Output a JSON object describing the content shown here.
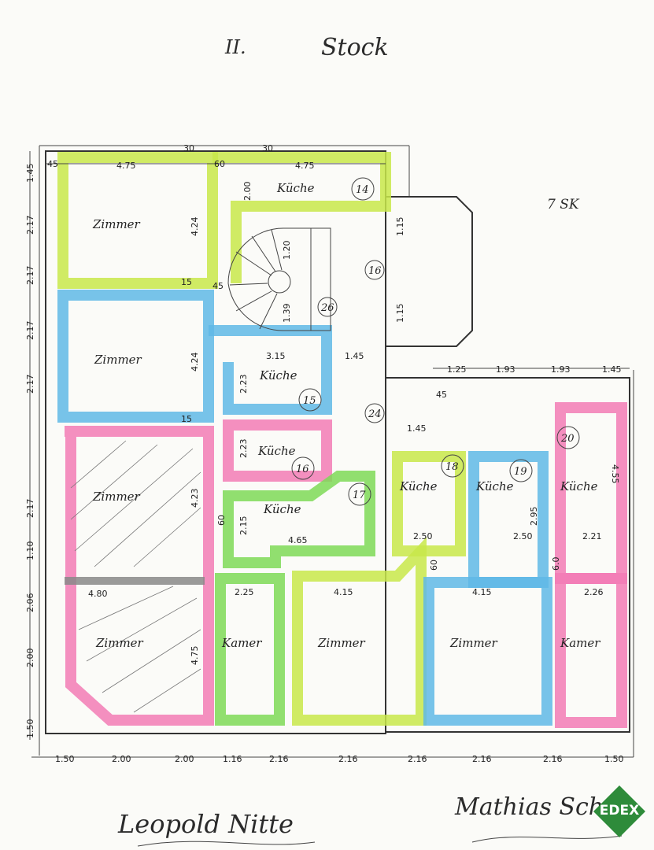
{
  "header": {
    "floor_numeral": "II.",
    "floor_word": "Stock",
    "note": "7 SK"
  },
  "colors": {
    "green": "#c8e84a",
    "blue": "#5fb8e6",
    "pink": "#f27bb5",
    "bright_green": "#7ed957",
    "gray": "#888888"
  },
  "rooms": [
    {
      "label": "Zimmer",
      "color": "green"
    },
    {
      "label": "Küche",
      "number": "14",
      "color": "green"
    },
    {
      "label": "Zimmer",
      "color": "blue"
    },
    {
      "label": "Küche",
      "number": "15",
      "color": "blue"
    },
    {
      "label": "Zimmer",
      "color": "pink"
    },
    {
      "label": "Küche",
      "number": "16",
      "color": "pink"
    },
    {
      "label": "Zimmer",
      "color": "pink"
    },
    {
      "label": "Küche",
      "number": "17",
      "color": "bright_green"
    },
    {
      "label": "Kamer",
      "color": "bright_green"
    },
    {
      "label": "Küche",
      "number": "18",
      "color": "green"
    },
    {
      "label": "Zimmer",
      "color": "green"
    },
    {
      "label": "Küche",
      "number": "19",
      "color": "blue"
    },
    {
      "label": "Zimmer",
      "color": "blue"
    },
    {
      "label": "Küche",
      "number": "20",
      "color": "pink"
    },
    {
      "label": "Kamer",
      "color": "pink"
    }
  ],
  "circles": {
    "stair": "26",
    "hall": "24",
    "wc": "16"
  },
  "dims": {
    "top": [
      "4.75",
      "60",
      "4.75",
      "30",
      "30"
    ],
    "left": [
      "1.45",
      "2.17",
      "2.17",
      "2.17",
      "2.17",
      "2.17",
      "1.10",
      "2.06",
      "2.00",
      "1.50"
    ],
    "bottom": [
      "1.50",
      "2.00",
      "2.00",
      "1.16",
      "2.16",
      "2.16",
      "2.16",
      "2.16",
      "2.16",
      "1.50"
    ],
    "right_top": [
      "1.25",
      "1.93",
      "1.93",
      "1.45"
    ],
    "inner": [
      "4.24",
      "4.24",
      "4.23",
      "4.75",
      "2.00",
      "3.15",
      "1.45",
      "4.65",
      "4.80",
      "2.25",
      "4.15",
      "4.15",
      "2.26",
      "2.50",
      "2.50",
      "2.21",
      "4.55",
      "2.95",
      "2.15",
      "2.23",
      "2.23",
      "1.20",
      "1.39",
      "1.45",
      "1.15",
      "1.15",
      "45",
      "45",
      "45",
      "15",
      "15",
      "60",
      "60",
      "6.0"
    ]
  },
  "signatures": {
    "left": "Leopold Nitte",
    "right": "Mathias Sch"
  },
  "logo": {
    "text": "EDEX",
    "color": "#2e8b3a"
  }
}
